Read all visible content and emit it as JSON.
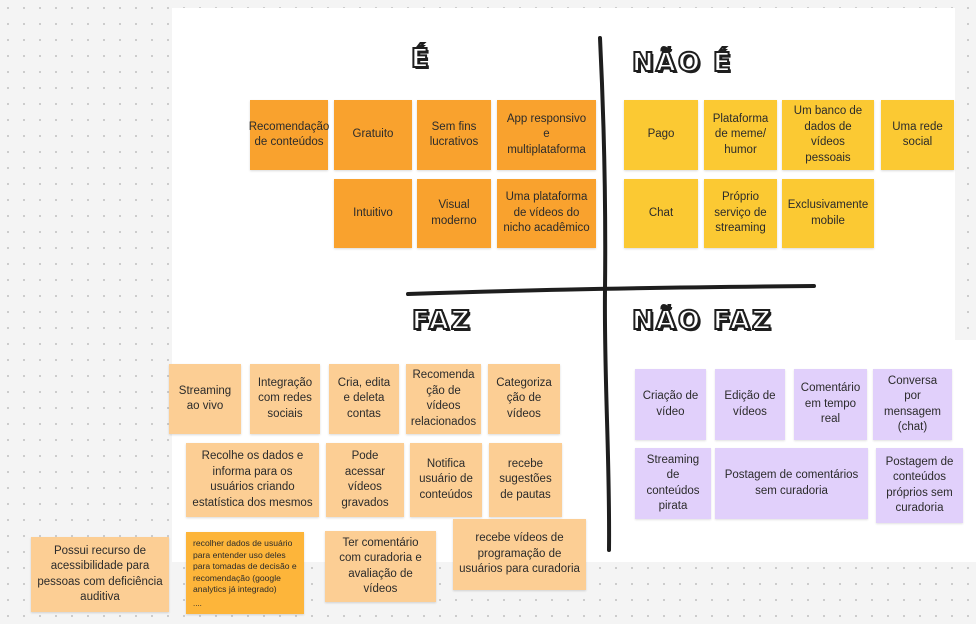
{
  "headings": {
    "e": "É",
    "nao_e": "NÃO É",
    "faz": "FAZ",
    "nao_faz": "NÃO FAZ"
  },
  "colors": {
    "e_notes": "#f9a22e",
    "nao_e_notes": "#fbc933",
    "faz_notes": "#fcce94",
    "nao_faz_notes": "#e1d0fb",
    "axis_lines": "#1e1e1e"
  },
  "quadrants": {
    "e": [
      "Recomendação de conteúdos",
      "Gratuito",
      "Sem fins lucrativos",
      "App responsivo e multiplataforma",
      "Intuitivo",
      "Visual moderno",
      "Uma plataforma de vídeos do nicho acadêmico"
    ],
    "nao_e": [
      "Pago",
      "Plataforma de meme/ humor",
      "Um banco de dados de vídeos pessoais",
      "Uma rede social",
      "Chat",
      "Próprio serviço de streaming",
      "Exclusivamente mobile"
    ],
    "faz": [
      "Streaming ao vivo",
      "Integração com redes sociais",
      "Cria, edita e deleta contas",
      "Recomenda ção de vídeos relacionados",
      "Categoriza ção de vídeos",
      "Recolhe os dados e informa para os usuários criando estatística dos mesmos",
      "Pode acessar vídeos gravados",
      "Notifica usuário de conteúdos",
      "recebe sugestões de pautas",
      "Possui recurso de acessibilidade para pessoas com deficiência auditiva",
      "recolher dados de usuário para entender uso deles para tomadas de decisão e recomendação (google analytics já integrado)",
      "Ter comentário com curadoria e avaliação de vídeos",
      "recebe vídeos de programação de usuários para curadoria"
    ],
    "nao_faz": [
      "Criação de vídeo",
      "Edição de vídeos",
      "Comentário em tempo real",
      "Conversa por mensagem (chat)",
      "Streaming de conteúdos pirata",
      "Postagem de comentários sem curadoria",
      "Postagem de conteúdos próprios sem curadoria"
    ]
  }
}
